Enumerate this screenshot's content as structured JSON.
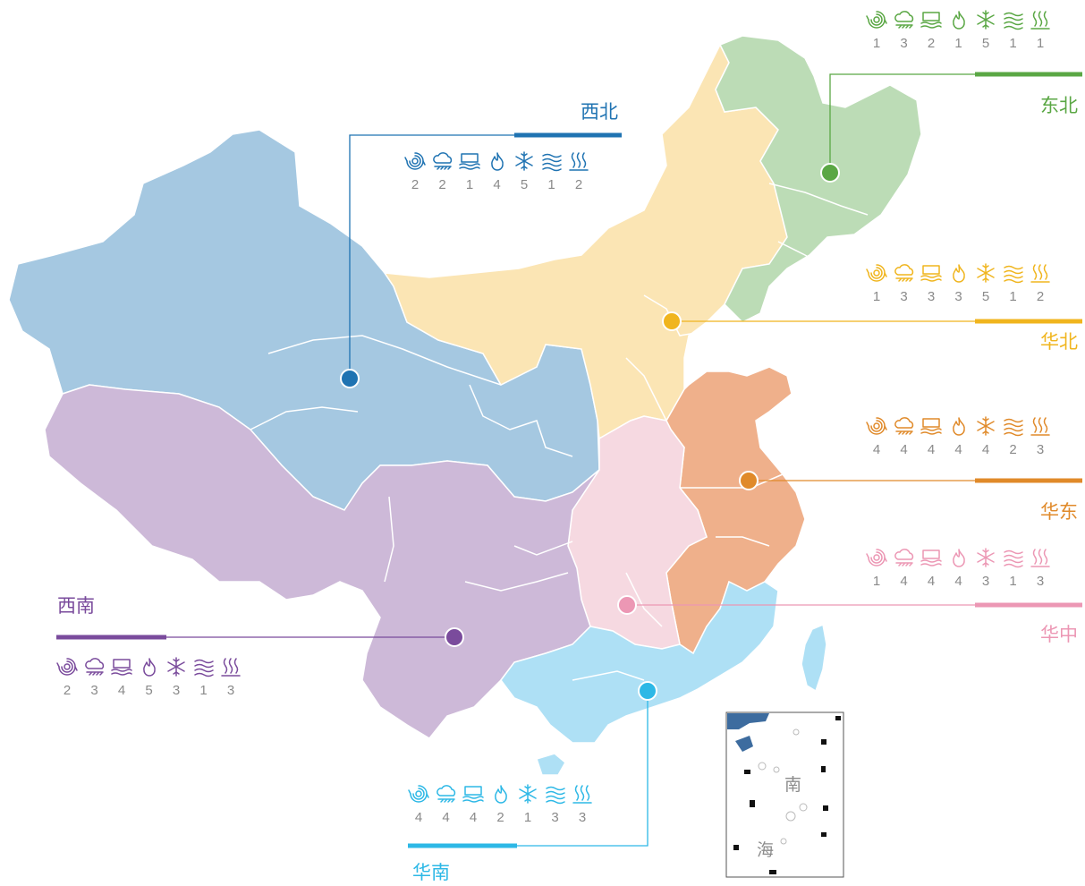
{
  "hazard_icons": [
    "typhoon-icon",
    "rainstorm-icon",
    "flood-icon",
    "wildfire-icon",
    "snow-icon",
    "wind-icon",
    "heat-icon"
  ],
  "regions": [
    {
      "id": "dongbei",
      "name": "东北",
      "color": "#5aa744",
      "scores": [
        "1",
        "3",
        "2",
        "1",
        "5",
        "1",
        "1"
      ]
    },
    {
      "id": "huabei",
      "name": "华北",
      "color": "#f0b51e",
      "scores": [
        "1",
        "3",
        "3",
        "3",
        "5",
        "1",
        "2"
      ]
    },
    {
      "id": "huadong",
      "name": "华东",
      "color": "#e08a2a",
      "scores": [
        "4",
        "4",
        "4",
        "4",
        "4",
        "2",
        "3"
      ]
    },
    {
      "id": "huazhong",
      "name": "华中",
      "color": "#ec97b4",
      "scores": [
        "1",
        "4",
        "4",
        "4",
        "3",
        "1",
        "3"
      ]
    },
    {
      "id": "xibei",
      "name": "西北",
      "color": "#1f73b2",
      "scores": [
        "2",
        "2",
        "1",
        "4",
        "5",
        "1",
        "2"
      ]
    },
    {
      "id": "xinan",
      "name": "西南",
      "color": "#7a4b9c",
      "scores": [
        "2",
        "3",
        "4",
        "5",
        "3",
        "1",
        "3"
      ]
    },
    {
      "id": "huanan",
      "name": "华南",
      "color": "#2db8e6",
      "scores": [
        "4",
        "4",
        "4",
        "2",
        "1",
        "3",
        "3"
      ]
    }
  ],
  "inset": {
    "sea_label_1": "南",
    "sea_label_2": "海"
  }
}
